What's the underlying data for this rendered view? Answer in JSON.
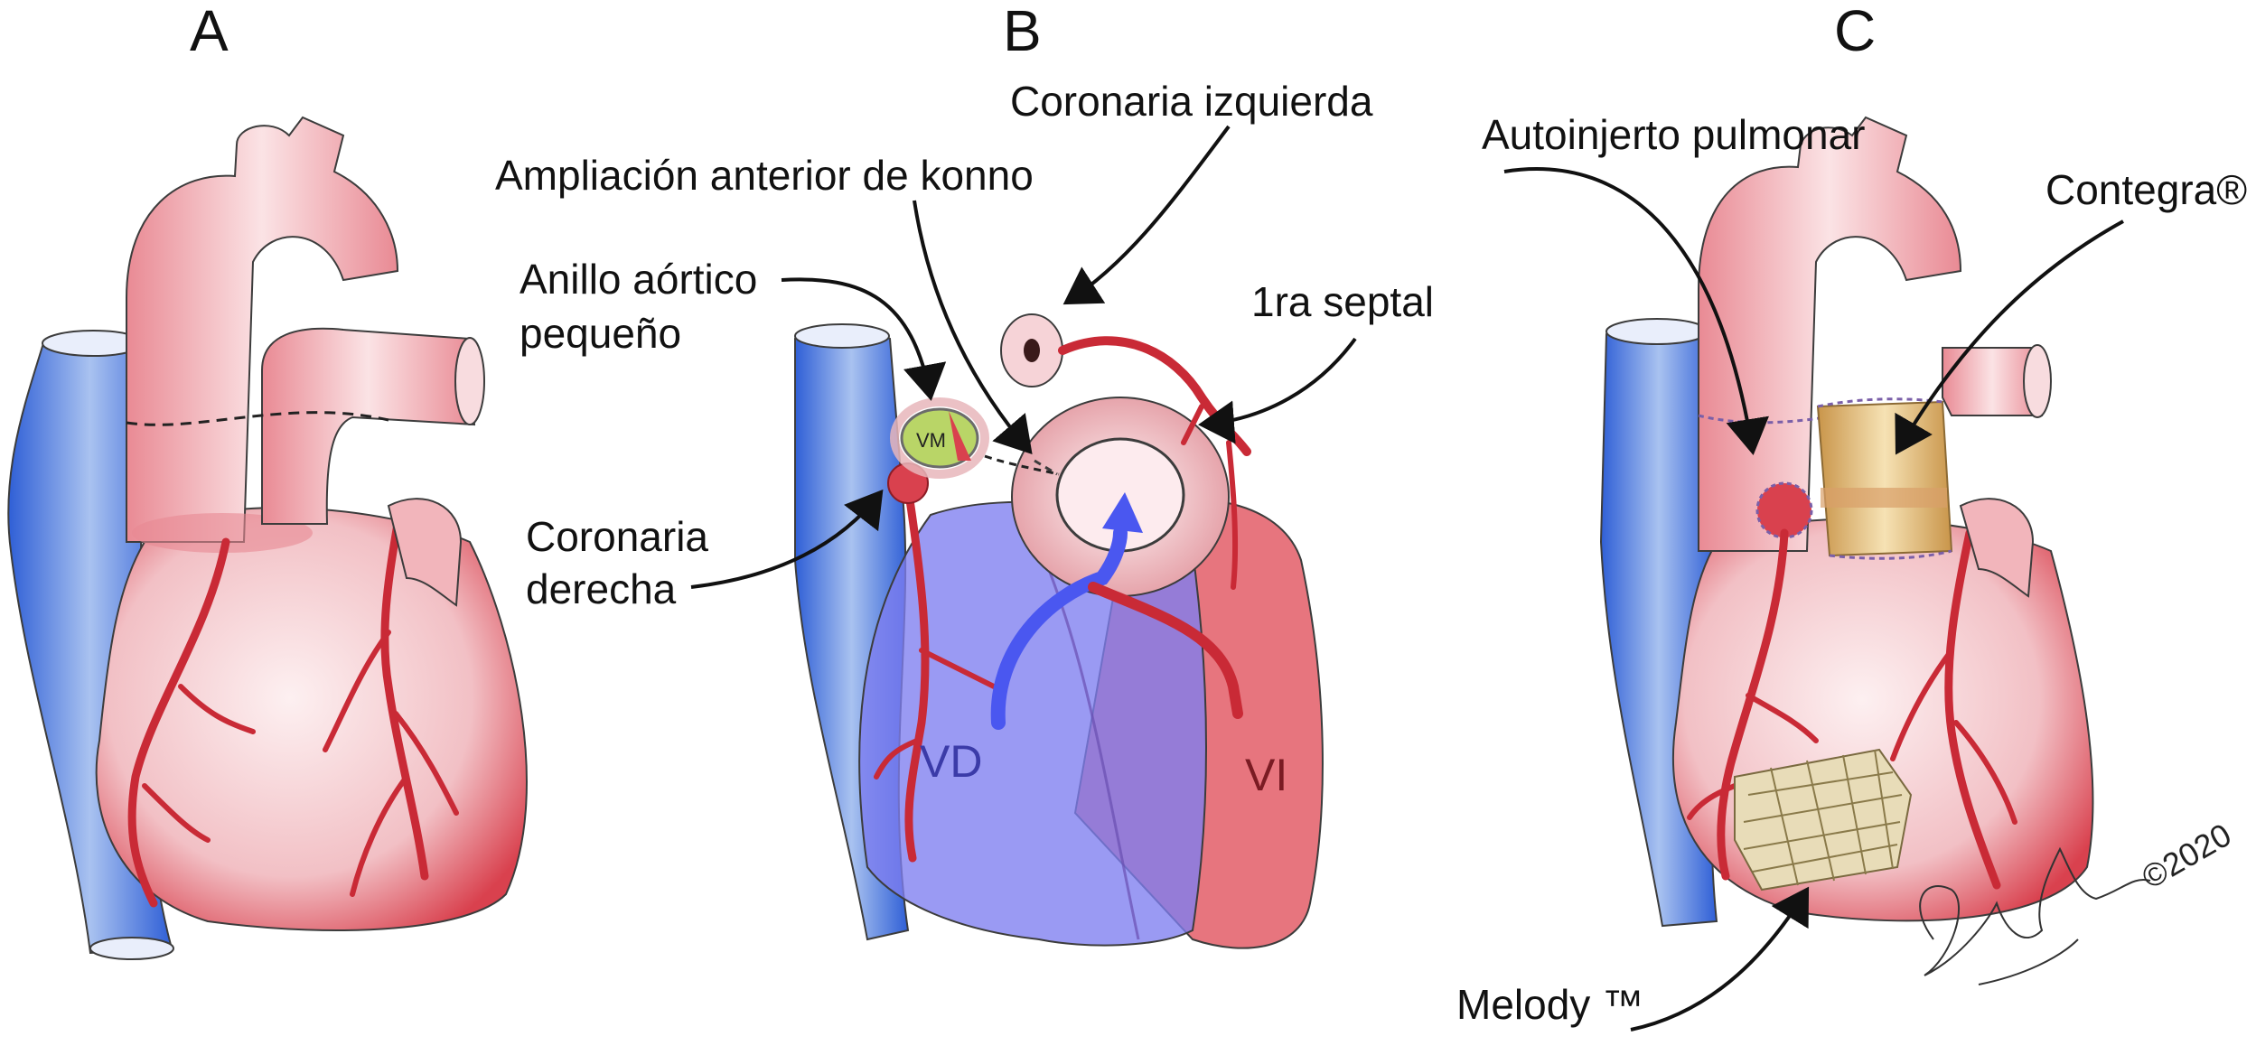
{
  "panels": {
    "a": {
      "letter": "A"
    },
    "b": {
      "letter": "B",
      "labels": {
        "coronaria_izquierda": "Coronaria izquierda",
        "ampliacion": "Ampliación anterior de konno",
        "anillo_1": "Anillo aórtico",
        "anillo_2": "pequeño",
        "septal": "1ra septal",
        "coronaria_derecha_1": "Coronaria",
        "coronaria_derecha_2": "derecha",
        "vm": "VM",
        "vd": "VD",
        "vi": "VI"
      }
    },
    "c": {
      "letter": "C",
      "labels": {
        "autoinjerto": "Autoinjerto pulmonar",
        "contegra": "Contegra®",
        "melody": "Melody ™",
        "copyright": "©2020"
      }
    }
  },
  "colors": {
    "heart_pink": "#f2c4c8",
    "heart_red": "#d9414e",
    "vein_blue": "#3a67d8",
    "rv_purple": "#8e87e6",
    "lv_red": "#e0606a",
    "conduit_gold": "#d9b36b"
  }
}
